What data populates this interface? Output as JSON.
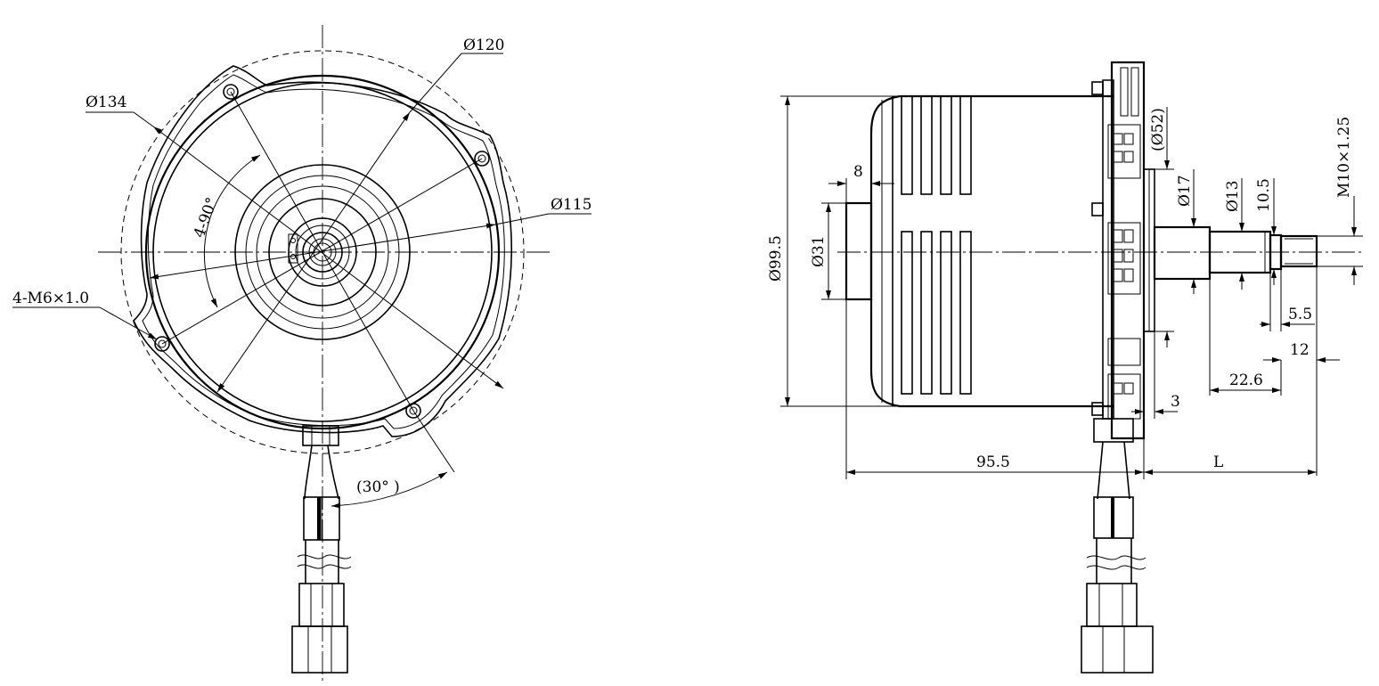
{
  "front_view": {
    "dim_dia_120": "Ø120",
    "dim_dia_134": "Ø134",
    "dim_dia_115": "Ø115",
    "dim_angle_4x90": "4-90°",
    "dim_thread_holes": "4-M6×1.0",
    "dim_angle_30": "(30° )"
  },
  "side_view": {
    "dim_99_5": "Ø99.5",
    "dim_8": "8",
    "dim_31": "Ø31",
    "dim_52": "(Ø52)",
    "dim_17": "Ø17",
    "dim_13": "Ø13",
    "dim_10_5": "10.5",
    "dim_thread": "M10×1.25",
    "dim_5_5": "5.5",
    "dim_12": "12",
    "dim_22_6": "22.6",
    "dim_3": "3",
    "dim_95_5": "95.5",
    "dim_L": "L"
  }
}
